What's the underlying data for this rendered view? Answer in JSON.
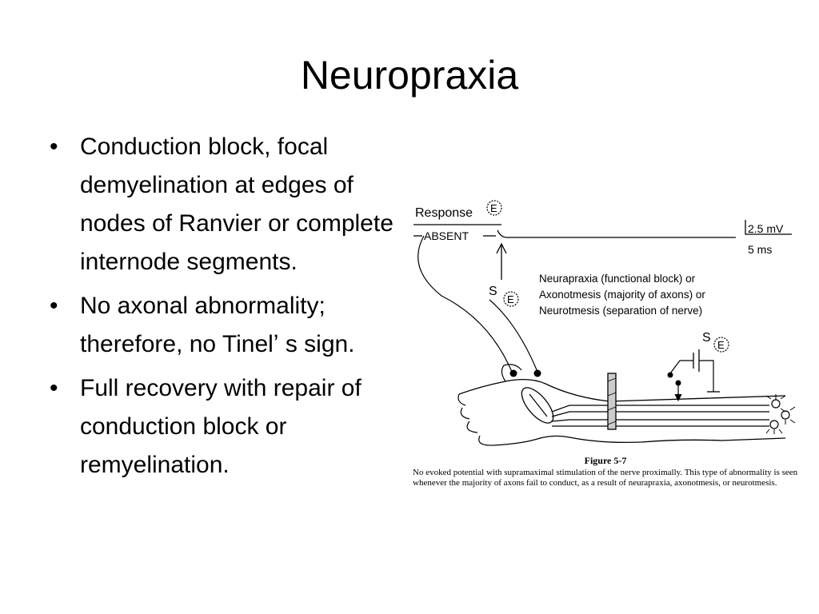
{
  "slide": {
    "title": "Neuropraxia",
    "bullets": [
      {
        "text": "Conduction block, focal demyelination at edges of nodes of Ranvier or complete internode segments."
      },
      {
        "text": "No axonal abnormality; therefore, no Tinelʼ s sign."
      },
      {
        "text": "Full recovery with repair of conduction block or remyelination."
      }
    ],
    "bullet_symbol": "•"
  },
  "figure": {
    "response_label": "Response",
    "electrode_e": "E",
    "absent_label": "ABSENT",
    "stim_s": "S",
    "scale_mv": "2.5 mV",
    "scale_ms": "5 ms",
    "lesion_lines": [
      "Neurapraxia (functional block) or",
      "Axonotmesis (majority of axons) or",
      "Neurotmesis (separation of nerve)"
    ],
    "title": "Figure 5-7",
    "caption": "No evoked potential with supramaximal stimulation of the nerve proximally. This type of abnormality is seen whenever the majority of axons fail to conduct, as a result of neurapraxia, axonotmesis, or neurotmesis."
  }
}
